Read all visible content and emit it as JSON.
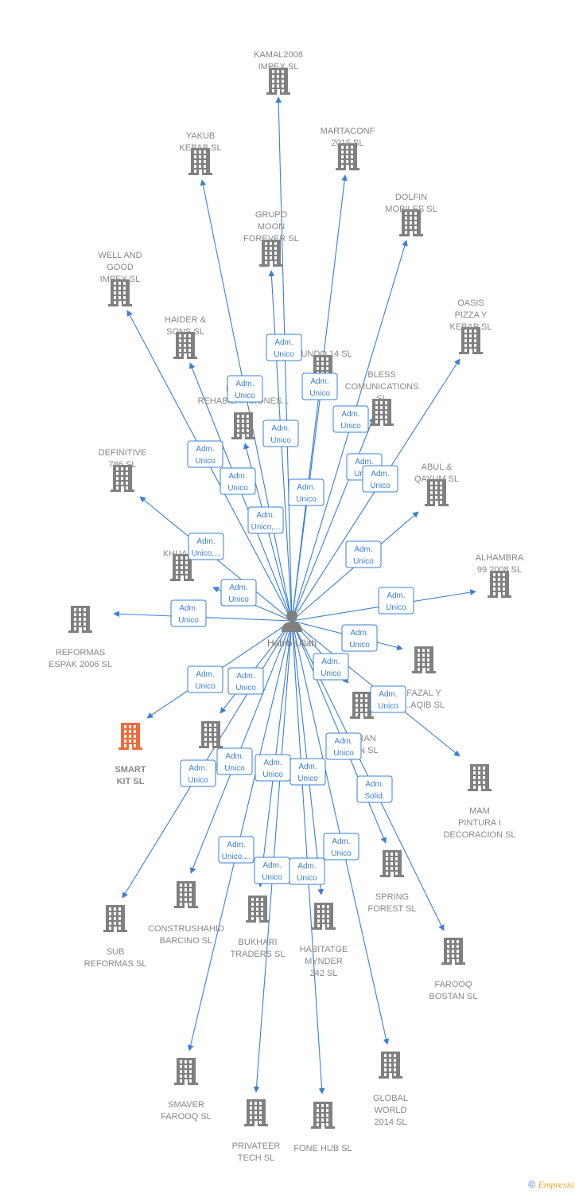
{
  "colors": {
    "edge": "#3a7fd5",
    "building": "#808080",
    "highlight": "#f26b3a",
    "person": "#808080",
    "label": "#888888"
  },
  "center": {
    "label": "Habib Ullah",
    "icon": "person-icon"
  },
  "companies": [
    {
      "id": "kamal",
      "lines": [
        "KAMAL2008",
        "IMPEX SL"
      ],
      "highlight": false
    },
    {
      "id": "martaconf",
      "lines": [
        "MARTACONF",
        "2015  SL"
      ],
      "highlight": false
    },
    {
      "id": "yakub",
      "lines": [
        "YAKUB",
        "KEBAB  SL"
      ],
      "highlight": false
    },
    {
      "id": "dolfin",
      "lines": [
        "DOLFIN",
        "MOBILES SL"
      ],
      "highlight": false
    },
    {
      "id": "grupo",
      "lines": [
        "GRUPO",
        "MOON",
        "FOREVER SL"
      ],
      "highlight": false
    },
    {
      "id": "welland",
      "lines": [
        "WELL AND",
        "GOOD",
        "IMPEX SL"
      ],
      "highlight": false
    },
    {
      "id": "oasis",
      "lines": [
        "OASIS",
        "PIZZA Y",
        "KEBAP SL"
      ],
      "highlight": false
    },
    {
      "id": "haider",
      "lines": [
        "HAIDER &",
        "SONS SL"
      ],
      "highlight": false
    },
    {
      "id": "mundo",
      "lines": [
        "...UNDO 14 SL"
      ],
      "highlight": false
    },
    {
      "id": "bless",
      "lines": [
        "BLESS",
        "COMUNICATIONS",
        "SL"
      ],
      "highlight": false
    },
    {
      "id": "reformas_rehab",
      "lines": [
        "RE... ...S",
        "REHABILITACIONES..."
      ],
      "highlight": false
    },
    {
      "id": "definitive",
      "lines": [
        "DEFINITIVE",
        "786  SL"
      ],
      "highlight": false
    },
    {
      "id": "abul",
      "lines": [
        "ABUL &",
        "QAYUM  SL"
      ],
      "highlight": false
    },
    {
      "id": "khua",
      "lines": [
        "KHUA 2..."
      ],
      "highlight": false
    },
    {
      "id": "alhambra",
      "lines": [
        "ALHAMBRA",
        "99 2008 SL"
      ],
      "highlight": false
    },
    {
      "id": "reformas_espak",
      "lines": [
        "REFORMAS",
        "ESPAK 2006 SL"
      ],
      "highlight": false
    },
    {
      "id": "fazal",
      "lines": [
        "FAZAL Y",
        "...AQIB SL"
      ],
      "highlight": false
    },
    {
      "id": "smart",
      "lines": [
        "SMART",
        "KIT  SL"
      ],
      "highlight": true
    },
    {
      "id": "niaz",
      "lines": [
        "NIAZ 20..."
      ],
      "highlight": false
    },
    {
      "id": "imran",
      "lines": [
        "IMRAN",
        "...AN SL"
      ],
      "highlight": false
    },
    {
      "id": "mam",
      "lines": [
        "MAM",
        "PINTURA I",
        "DECORACION SL"
      ],
      "highlight": false
    },
    {
      "id": "spring",
      "lines": [
        "SPRING",
        "FOREST  SL"
      ],
      "highlight": false
    },
    {
      "id": "construshahid",
      "lines": [
        "CONSTRUSHAHID",
        "BARCINO SL"
      ],
      "highlight": false
    },
    {
      "id": "bukhari",
      "lines": [
        "BUKHARI",
        "TRADERS SL"
      ],
      "highlight": false
    },
    {
      "id": "habitatge",
      "lines": [
        "HABITATGE",
        "MYNDER",
        "242 SL"
      ],
      "highlight": false
    },
    {
      "id": "sub",
      "lines": [
        "SUB",
        "REFORMAS SL"
      ],
      "highlight": false
    },
    {
      "id": "farooq",
      "lines": [
        "FAROOQ",
        "BOSTAN SL"
      ],
      "highlight": false
    },
    {
      "id": "smaver",
      "lines": [
        "SMAVER",
        "FAROOQ SL"
      ],
      "highlight": false
    },
    {
      "id": "global",
      "lines": [
        "GLOBAL",
        "WORLD",
        "2014  SL"
      ],
      "highlight": false
    },
    {
      "id": "privateer",
      "lines": [
        "PRIVATEER",
        "TECH  SL"
      ],
      "highlight": false
    },
    {
      "id": "fonehub",
      "lines": [
        "FONE HUB  SL"
      ],
      "highlight": false
    }
  ],
  "relations": [
    {
      "to": "kamal",
      "lines": [
        "Adm.",
        "Unico"
      ]
    },
    {
      "to": "martaconf",
      "lines": [
        "Adm.",
        "Unico"
      ]
    },
    {
      "to": "yakub",
      "lines": [
        "Adm.",
        "Unico"
      ]
    },
    {
      "to": "dolfin",
      "lines": [
        "Adm.",
        "Unico"
      ]
    },
    {
      "to": "grupo",
      "lines": [
        "Adm.",
        "Unico"
      ]
    },
    {
      "to": "welland",
      "lines": [
        "Adm.",
        "Unico"
      ]
    },
    {
      "to": "oasis",
      "lines": [
        "Adm.",
        "Unico"
      ]
    },
    {
      "to": "haider",
      "lines": [
        "Adm.",
        "Unico"
      ]
    },
    {
      "to": "mundo",
      "lines": [
        "Adm.",
        "Unico"
      ]
    },
    {
      "to": "bless",
      "lines": [
        "Adm.",
        "Unico"
      ]
    },
    {
      "to": "reformas_rehab",
      "lines": [
        "Adm.",
        "Unico,..."
      ]
    },
    {
      "to": "definitive",
      "lines": [
        "Adm.",
        "Unico,..."
      ]
    },
    {
      "to": "abul",
      "lines": [
        "Adm.",
        "Unico"
      ]
    },
    {
      "to": "khua",
      "lines": [
        "Adm.",
        "Unico"
      ]
    },
    {
      "to": "alhambra",
      "lines": [
        "Adm.",
        "Unico"
      ]
    },
    {
      "to": "reformas_espak",
      "lines": [
        "Adm.",
        "Unico"
      ]
    },
    {
      "to": "fazal",
      "lines": [
        "Adm.",
        "Unico"
      ]
    },
    {
      "to": "smart",
      "lines": [
        "Adm.",
        "Unico"
      ]
    },
    {
      "to": "niaz",
      "lines": [
        "Adm.",
        "Unico"
      ]
    },
    {
      "to": "imran",
      "lines": [
        "Adm.",
        "Unico"
      ]
    },
    {
      "to": "mam",
      "lines": [
        "Adm.",
        "Unico"
      ]
    },
    {
      "to": "spring",
      "lines": [
        "Adm.",
        "Solid."
      ]
    },
    {
      "to": "construshahid",
      "lines": [
        "Adm.",
        "Unico"
      ]
    },
    {
      "to": "bukhari",
      "lines": [
        "Adm.",
        "Unico"
      ]
    },
    {
      "to": "habitatge",
      "lines": [
        "Adm.",
        "Unico"
      ]
    },
    {
      "to": "sub",
      "lines": [
        "Adm.",
        "Unico"
      ]
    },
    {
      "to": "farooq",
      "lines": [
        "Adm.",
        "Unico"
      ]
    },
    {
      "to": "smaver",
      "lines": [
        "Adm.",
        "Unico,..."
      ]
    },
    {
      "to": "global",
      "lines": [
        "Adm.",
        "Unico"
      ]
    },
    {
      "to": "privateer",
      "lines": [
        "Adm.",
        "Unico"
      ]
    },
    {
      "to": "fonehub",
      "lines": [
        "Adm.",
        "Unico"
      ]
    }
  ],
  "watermark": {
    "symbol": "©",
    "brand": "Empresia"
  }
}
